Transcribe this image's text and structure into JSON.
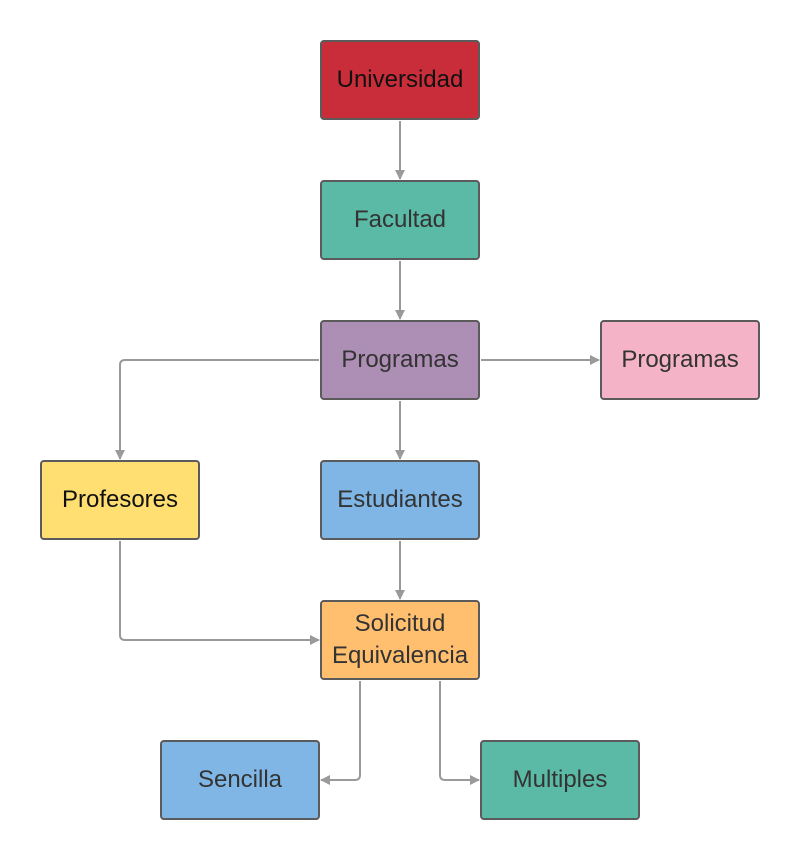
{
  "nodes": {
    "universidad": {
      "label": "Universidad",
      "color": "#c92d39"
    },
    "facultad": {
      "label": "Facultad",
      "color": "#5bbaa6"
    },
    "programas": {
      "label": "Programas",
      "color": "#ad8eb4"
    },
    "programas2": {
      "label": "Programas",
      "color": "#f4b3c6"
    },
    "profesores": {
      "label": "Profesores",
      "color": "#ffdf71"
    },
    "estudiantes": {
      "label": "Estudiantes",
      "color": "#7fb6e5"
    },
    "solicitud": {
      "label": "Solicitud\nEquivalencia",
      "color": "#ffbf6e"
    },
    "sencilla": {
      "label": "Sencilla",
      "color": "#7fb6e5"
    },
    "multiples": {
      "label": "Multiples",
      "color": "#5bbaa6"
    }
  },
  "edges": [
    {
      "from": "universidad",
      "to": "facultad"
    },
    {
      "from": "facultad",
      "to": "programas"
    },
    {
      "from": "programas",
      "to": "programas2"
    },
    {
      "from": "programas",
      "to": "profesores"
    },
    {
      "from": "programas",
      "to": "estudiantes"
    },
    {
      "from": "estudiantes",
      "to": "solicitud"
    },
    {
      "from": "profesores",
      "to": "solicitud"
    },
    {
      "from": "solicitud",
      "to": "sencilla"
    },
    {
      "from": "solicitud",
      "to": "multiples"
    }
  ],
  "connector_color": "#9a9a9a"
}
